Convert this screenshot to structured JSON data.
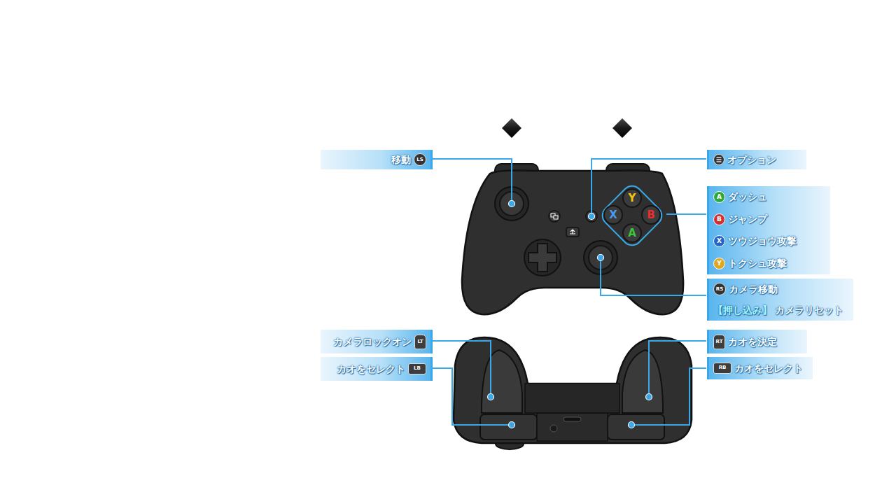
{
  "diagram": {
    "nodes": [
      {
        "text": [
          "移動",
          "LS"
        ]
      },
      {
        "text": [
          "オプション"
        ]
      },
      {
        "text": [
          "Y"
        ]
      },
      {
        "text": [
          "X"
        ]
      },
      {
        "text": [
          "B"
        ]
      },
      {
        "text": [
          "A"
        ]
      },
      {
        "text": [
          "A",
          "ダッシュ",
          "B",
          "ジャンプ",
          "X",
          "ツウジョウ攻撃",
          "Y",
          "トクシュ攻撃"
        ]
      },
      {
        "text": [
          "RS",
          "カメラ移動",
          "【押し込み】",
          "カメラリセット"
        ]
      },
      {
        "text": [
          "カメラロックオン",
          "LT"
        ]
      },
      {
        "text": [
          "RT",
          "カオを決定"
        ]
      },
      {
        "text": [
          "カオをセレクト",
          "LB"
        ]
      },
      {
        "text": [
          "RB",
          "カオをセレクト"
        ]
      }
    ]
  }
}
